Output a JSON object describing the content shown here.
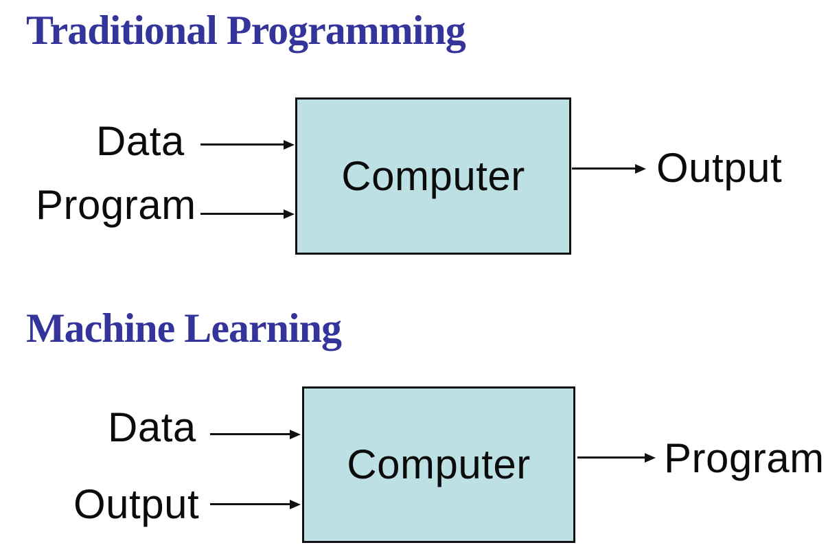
{
  "colors": {
    "background": "#ffffff",
    "heading_text": "#34349B",
    "box_fill": "#BCE0E4",
    "box_border": "#111111",
    "label_text": "#0B0B0B",
    "arrow": "#111111"
  },
  "sections": [
    {
      "id": "traditional-programming",
      "heading": "Traditional Programming",
      "inputs": [
        "Data",
        "Program"
      ],
      "box_label": "Computer",
      "output": "Output"
    },
    {
      "id": "machine-learning",
      "heading": "Machine Learning",
      "inputs": [
        "Data",
        "Output"
      ],
      "box_label": "Computer",
      "output": "Program"
    }
  ]
}
